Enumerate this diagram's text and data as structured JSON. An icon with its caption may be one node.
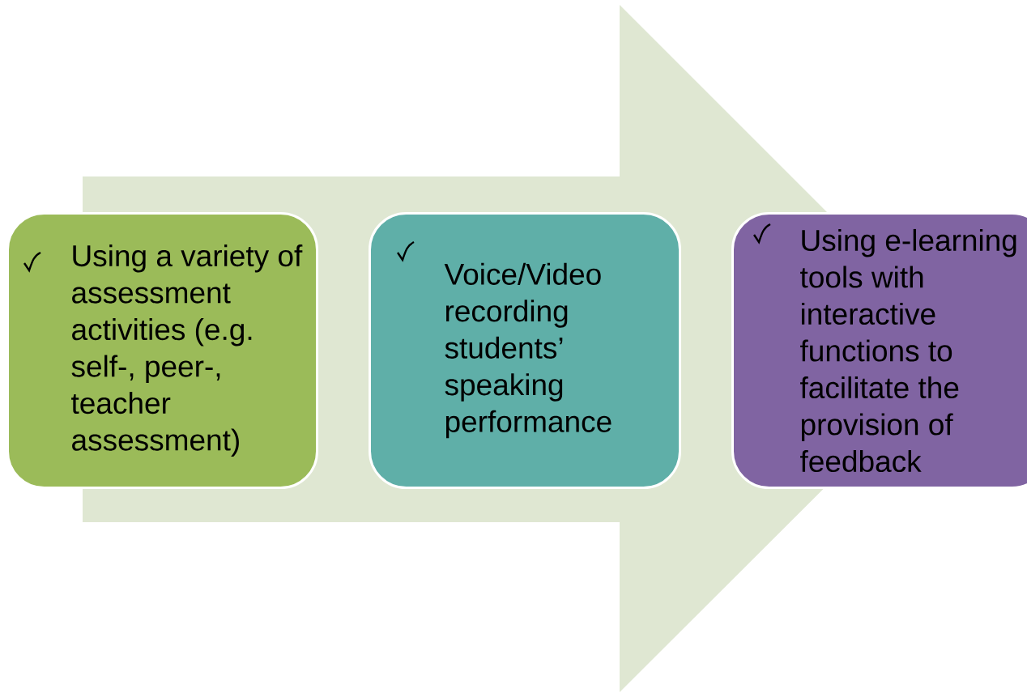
{
  "diagram": {
    "nodes": [
      {
        "text": [
          "Using a variety of assessment activities (e.g. self-, peer-, teacher assessment)"
        ]
      },
      {
        "text": [
          "Voice/Video recording students’ speaking performance"
        ]
      },
      {
        "text": [
          "Using e-learning tools with interactive functions to facilitate the provision of feedback"
        ]
      }
    ],
    "edges": [
      {
        "from": 0,
        "to": 2,
        "arrow": "to"
      }
    ]
  }
}
